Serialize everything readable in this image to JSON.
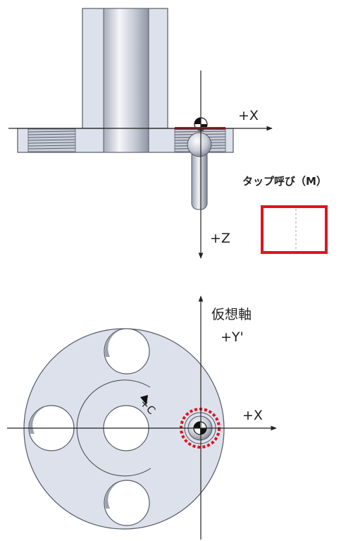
{
  "side_view": {
    "axis_x_label": "+X",
    "axis_z_label": "+Z",
    "tap_label": "タップ呼び（M）",
    "tap_value": ""
  },
  "top_view": {
    "virtual_axis_label": "仮想軸",
    "axis_y_label": "+Y'",
    "axis_x_label": "+X",
    "rotation_label": "+C"
  },
  "colors": {
    "part_fill": "#dde1ec",
    "part_stroke": "#555b66",
    "highlight_red": "#e0141e",
    "axis": "#222222"
  }
}
